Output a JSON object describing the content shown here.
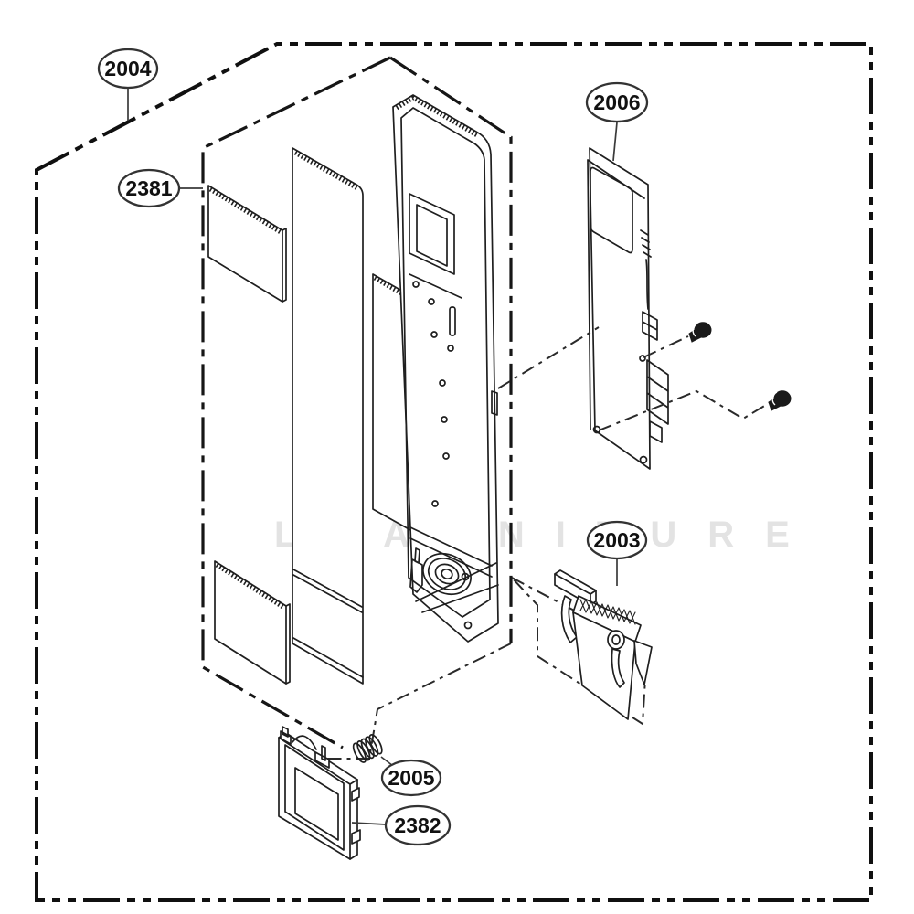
{
  "diagram": {
    "background": "#ffffff",
    "line_color": "#1a1a1a",
    "watermark": "LEARNITURE",
    "callouts": [
      {
        "label": "2004"
      },
      {
        "label": "2381"
      },
      {
        "label": "2006"
      },
      {
        "label": "2003"
      },
      {
        "label": "2005"
      },
      {
        "label": "2382"
      }
    ]
  }
}
